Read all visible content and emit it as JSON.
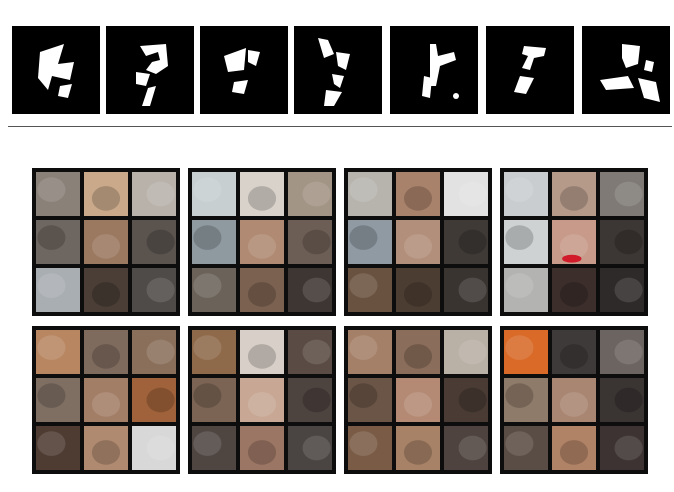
{
  "digit_strip": {
    "tiles": [
      {
        "id": 1,
        "icon": "scrambled-digit-patch"
      },
      {
        "id": 2,
        "icon": "scrambled-digit-patch"
      },
      {
        "id": 3,
        "icon": "scrambled-digit-patch"
      },
      {
        "id": 4,
        "icon": "scrambled-digit-patch"
      },
      {
        "id": 5,
        "icon": "scrambled-digit-patch"
      },
      {
        "id": 6,
        "icon": "scrambled-digit-patch"
      },
      {
        "id": 7,
        "icon": "scrambled-digit-patch"
      }
    ]
  },
  "face_grids": {
    "rows": 2,
    "columns": 4,
    "patches_per_side": 3,
    "items": [
      {
        "id": 1,
        "icon": "scrambled-face-puzzle",
        "palette": [
          "#8a8178",
          "#c9a98a",
          "#b8b2aa",
          "#6e6660",
          "#9b7860",
          "#5a534e",
          "#a9aeb2",
          "#4a3e36",
          "#4f4b48"
        ]
      },
      {
        "id": 2,
        "icon": "scrambled-face-puzzle",
        "palette": [
          "#c7cfd0",
          "#d9d2cb",
          "#a39586",
          "#8f9aa0",
          "#b08a72",
          "#6d5e55",
          "#6b635a",
          "#7a6150",
          "#3e3633"
        ]
      },
      {
        "id": 3,
        "icon": "scrambled-face-puzzle",
        "palette": [
          "#b7b4ae",
          "#a9826b",
          "#e2e2e2",
          "#8f9aa3",
          "#b28f7a",
          "#3f3a36",
          "#6a5240",
          "#4c3d33",
          "#3a3431"
        ]
      },
      {
        "id": 4,
        "icon": "scrambled-face-puzzle",
        "palette": [
          "#c9cdd0",
          "#b59a8a",
          "#7f7a76",
          "#cfd2d2",
          "#c79a8a",
          "#3c3634",
          "#b3b4b2",
          "#3b2e2b",
          "#2e2a29"
        ]
      },
      {
        "id": 5,
        "icon": "scrambled-face-puzzle",
        "palette": [
          "#b88762",
          "#7f6b5e",
          "#8a705b",
          "#7f6f63",
          "#a37e67",
          "#a0623a",
          "#4e3c33",
          "#b08a70",
          "#d8d8d8"
        ]
      },
      {
        "id": 6,
        "icon": "scrambled-face-puzzle",
        "palette": [
          "#8f6a4a",
          "#d8d0c8",
          "#5a4c44",
          "#7b6454",
          "#c8a894",
          "#4d433f",
          "#4f4642",
          "#9c7664",
          "#4a4442"
        ]
      },
      {
        "id": 7,
        "icon": "scrambled-face-puzzle",
        "palette": [
          "#a58068",
          "#8a6d5a",
          "#b9b0a6",
          "#6b5547",
          "#b48a74",
          "#4a3c34",
          "#7a5c46",
          "#a78267",
          "#4e433e"
        ]
      },
      {
        "id": 8,
        "icon": "scrambled-face-puzzle",
        "palette": [
          "#d96a28",
          "#3f3a3a",
          "#6c6460",
          "#8f7b6a",
          "#a98672",
          "#3a3433",
          "#5a4d45",
          "#b08266",
          "#3c3332"
        ]
      }
    ]
  }
}
